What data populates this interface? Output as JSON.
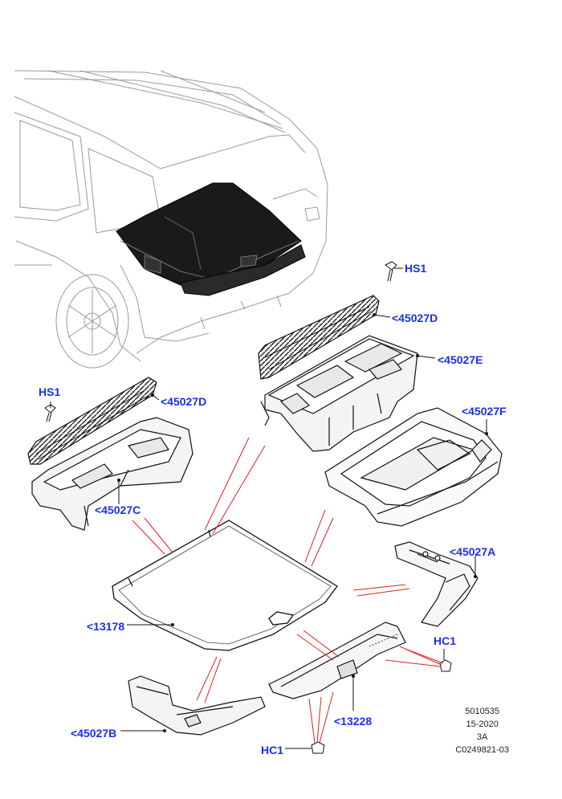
{
  "callouts": {
    "hs1_right": "HS1",
    "d_right": "<45027D",
    "e": "<45027E",
    "hs1_left": "HS1",
    "d_left": "<45027D",
    "f": "<45027F",
    "c": "<45027C",
    "a": "<45027A",
    "mat": "<13178",
    "hc1_right": "HC1",
    "sill": "<13228",
    "b": "<45027B",
    "hc1_bottom": "HC1"
  },
  "meta": {
    "line1": "5010535",
    "line2": "15-2020",
    "line3": "3A",
    "line4": "C0249821-03"
  },
  "colors": {
    "callout": "#1b2ff0",
    "leader_red": "#e02020",
    "outline": "#111111",
    "vehicle_outline": "#9a9a9a"
  }
}
